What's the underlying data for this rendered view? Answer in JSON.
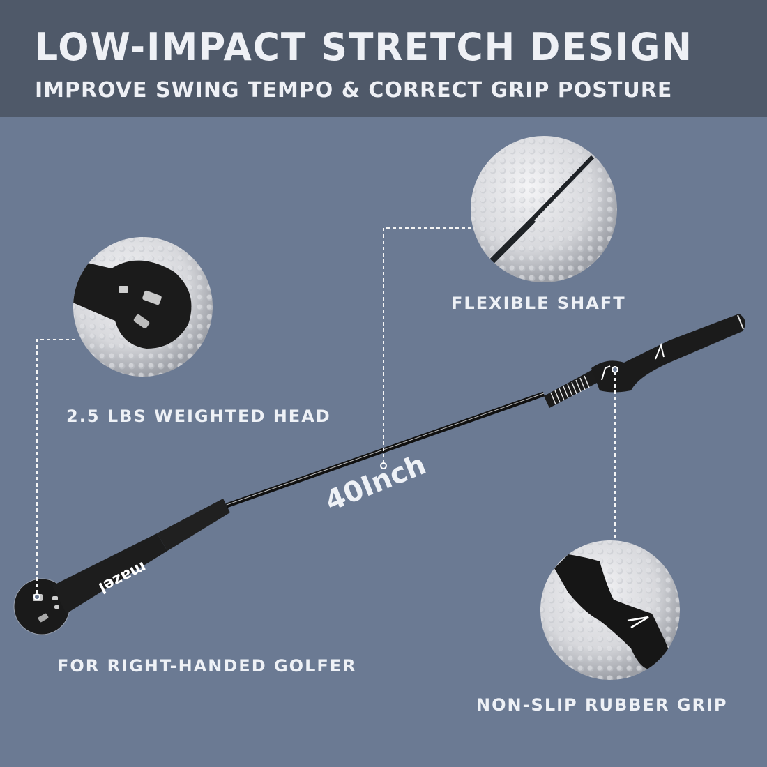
{
  "header": {
    "title": "LOW-IMPACT STRETCH DESIGN",
    "subtitle": "IMPROVE SWING TEMPO & CORRECT GRIP POSTURE"
  },
  "callouts": [
    {
      "id": "weighted-head",
      "label": "2.5 LBS WEIGHTED HEAD"
    },
    {
      "id": "flexible-shaft",
      "label": "FLEXIBLE SHAFT"
    },
    {
      "id": "right-handed",
      "label": "FOR RIGHT-HANDED GOLFER"
    },
    {
      "id": "rubber-grip",
      "label": "NON-SLIP RUBBER GRIP"
    }
  ],
  "product": {
    "brand": "mazel",
    "length": "40Inch"
  },
  "colors": {
    "background": "#6b7a93",
    "header": "#4f5969",
    "text": "#eef1f6",
    "product": "#1a1a1a"
  }
}
